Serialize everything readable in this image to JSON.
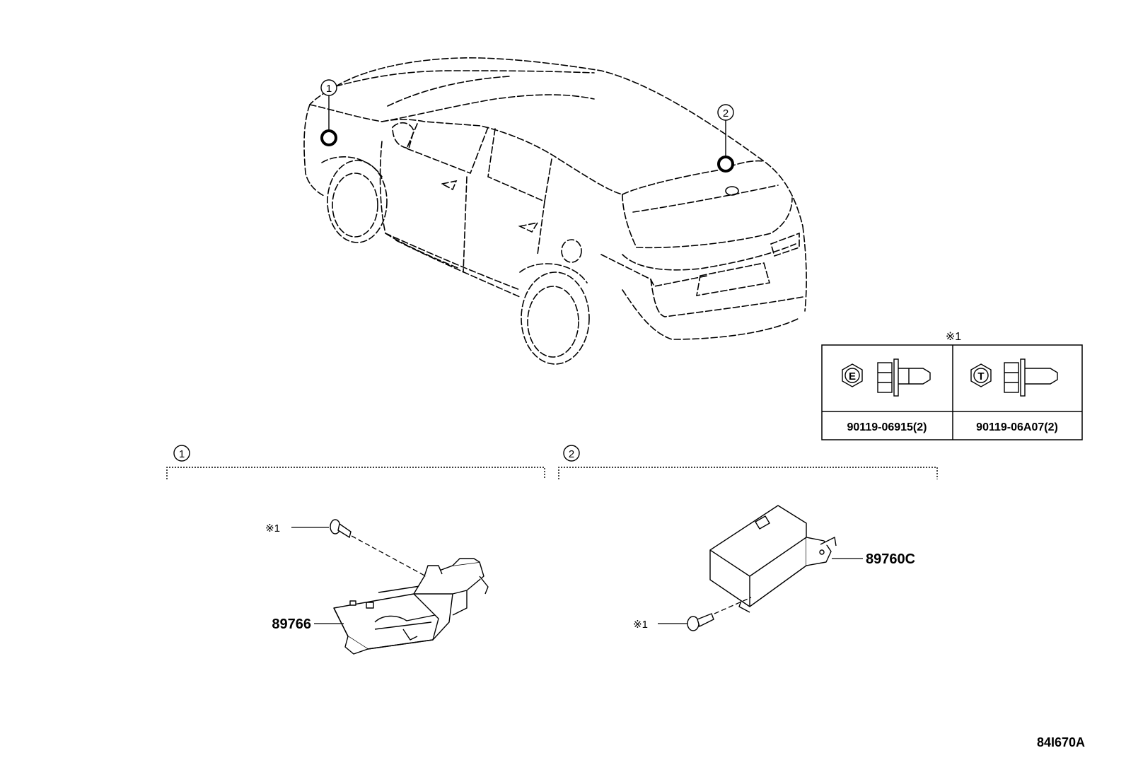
{
  "callouts": {
    "ref1": "1",
    "ref2": "2"
  },
  "fastener_table": {
    "header_note": "※1",
    "cells": [
      {
        "mark": "E",
        "part_number": "90119-06915(2)"
      },
      {
        "mark": "T",
        "part_number": "90119-06A07(2)"
      }
    ]
  },
  "section1": {
    "title_ref": "1",
    "bolt_note": "※1",
    "part_label": "89766"
  },
  "section2": {
    "title_ref": "2",
    "bolt_note": "※1",
    "part_label": "89760C"
  },
  "diagram_code": "84I670A"
}
